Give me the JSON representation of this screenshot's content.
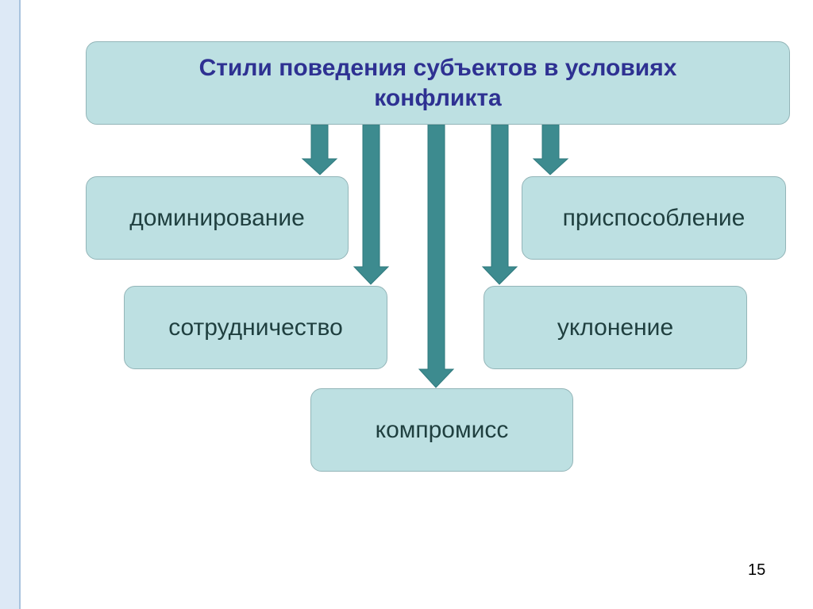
{
  "title": "Стили поведения субъектов в условиях конфликта",
  "styles": {
    "domination": "доминирование",
    "adaptation": "приспособление",
    "cooperation": "сотрудничество",
    "avoidance": "уклонение",
    "compromise": "компромисс"
  },
  "page_number": "15",
  "colors": {
    "box_fill": "#bde0e2",
    "arrow": "#3d8b8f",
    "title": "#2e3192"
  }
}
